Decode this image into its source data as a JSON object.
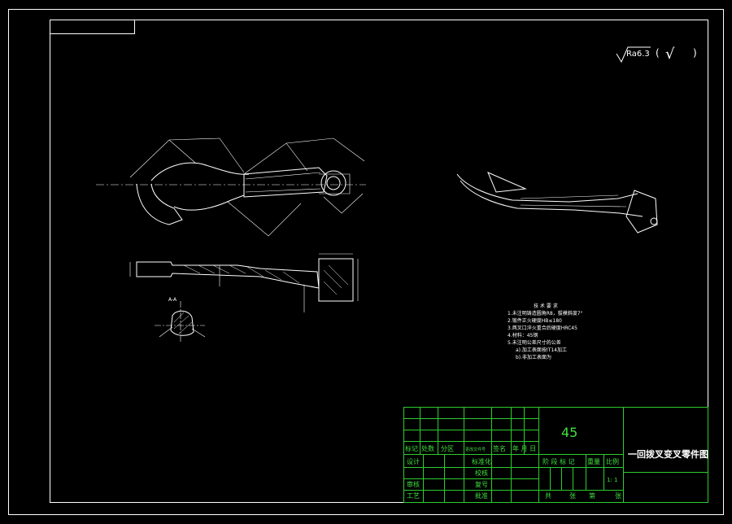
{
  "roughness": {
    "symbol": "Ra6.3",
    "paren_open": "(",
    "check": "√",
    "paren_close": ")"
  },
  "tech_requirements": {
    "title": "技 术 要 求",
    "lines": [
      "1.未注明铸造圆角R8，拔模斜度7°",
      "2.锻件正火硬度HB≤180",
      "3.两叉口淬火重合后硬度HRC45",
      "4.材料：45钢",
      "5.未注明公差尺寸的公差",
      "a).加工表面按IT14加工",
      "b).非加工表面为"
    ]
  },
  "section_label": "A-A",
  "title_block": {
    "material": "45",
    "part_name": "一回拨叉变叉零件图",
    "header_row": [
      "标记",
      "处数",
      "分区",
      "更改文件号",
      "签名",
      "年 月 日"
    ],
    "rows": [
      {
        "left": "设计",
        "mid": "标准化"
      },
      {
        "left": "",
        "mid": "校核"
      },
      {
        "left": "审核",
        "mid": "复号"
      },
      {
        "left": "工艺",
        "mid": "批准"
      }
    ],
    "stage_headers": [
      "阶 段 标 记",
      "重量",
      "比例"
    ],
    "scale": "1: 1",
    "sheet_row": [
      "共",
      "张",
      "第",
      "张"
    ]
  }
}
